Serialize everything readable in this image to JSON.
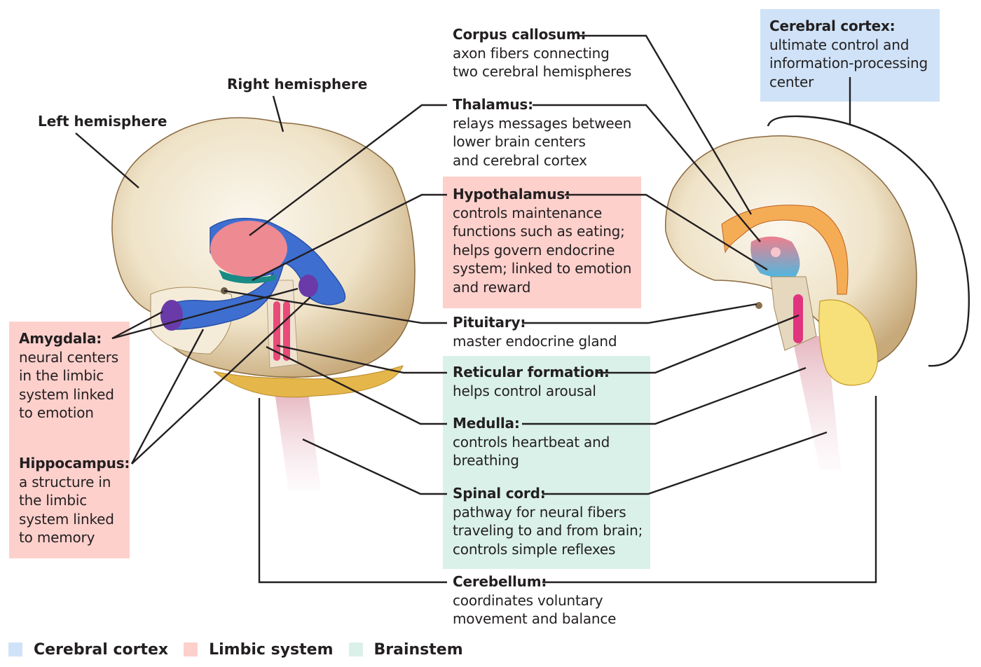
{
  "figure": {
    "hemisphere_labels": {
      "left": "Left hemisphere",
      "right": "Right hemisphere"
    },
    "structures": [
      {
        "id": "corpus-callosum",
        "name": "Corpus callosum:",
        "description": [
          "axon fibers connecting",
          "two cerebral hemispheres"
        ],
        "category": "none"
      },
      {
        "id": "thalamus",
        "name": "Thalamus:",
        "description": [
          "relays messages between",
          "lower brain centers",
          "and cerebral cortex"
        ],
        "category": "none"
      },
      {
        "id": "hypothalamus",
        "name": "Hypothalamus:",
        "description": [
          "controls maintenance",
          "functions such as eating;",
          "helps govern endocrine",
          "system; linked to emotion",
          "and reward"
        ],
        "category": "limbic"
      },
      {
        "id": "pituitary",
        "name": "Pituitary:",
        "description": [
          "master endocrine gland"
        ],
        "category": "none"
      },
      {
        "id": "reticular-formation",
        "name": "Reticular formation:",
        "description": [
          "helps control arousal"
        ],
        "category": "brainstem"
      },
      {
        "id": "medulla",
        "name": "Medulla:",
        "description": [
          "controls heartbeat and",
          "breathing"
        ],
        "category": "brainstem"
      },
      {
        "id": "spinal-cord",
        "name": "Spinal cord:",
        "description": [
          "pathway for neural fibers",
          "traveling to and from brain;",
          "controls simple reflexes"
        ],
        "category": "brainstem"
      },
      {
        "id": "cerebellum",
        "name": "Cerebellum:",
        "description": [
          "coordinates voluntary",
          "movement and balance"
        ],
        "category": "none"
      },
      {
        "id": "cerebral-cortex",
        "name": "Cerebral cortex:",
        "description": [
          "ultimate control and",
          "information-processing",
          "center"
        ],
        "category": "cortex"
      },
      {
        "id": "amygdala",
        "name": "Amygdala:",
        "description": [
          "neural centers",
          "in the limbic",
          "system linked",
          "to emotion"
        ],
        "category": "limbic"
      },
      {
        "id": "hippocampus",
        "name": "Hippocampus:",
        "description": [
          "a structure in",
          "the limbic",
          "system linked",
          "to memory"
        ],
        "category": "limbic"
      }
    ],
    "legend": [
      {
        "label": "Cerebral cortex",
        "color": "#cfe2f7"
      },
      {
        "label": "Limbic system",
        "color": "#fdd0cc"
      },
      {
        "label": "Brainstem",
        "color": "#daf1ea"
      }
    ],
    "colors": {
      "cortex_box": "#cfe2f7",
      "limbic_box": "#fdd0cc",
      "brainstem_box": "#daf1ea",
      "brain_tissue": "#efe4cc",
      "thalamus": "#ee8a92",
      "hippocampus": "#3e6fd0",
      "amygdala": "#6a3aa8",
      "corpus_callosum": "#f5ad55",
      "cerebellum": "#f7e07a",
      "reticular": "#e0357e",
      "spinal_cord": "#e9bfc9",
      "leader_line": "#231f20"
    }
  }
}
